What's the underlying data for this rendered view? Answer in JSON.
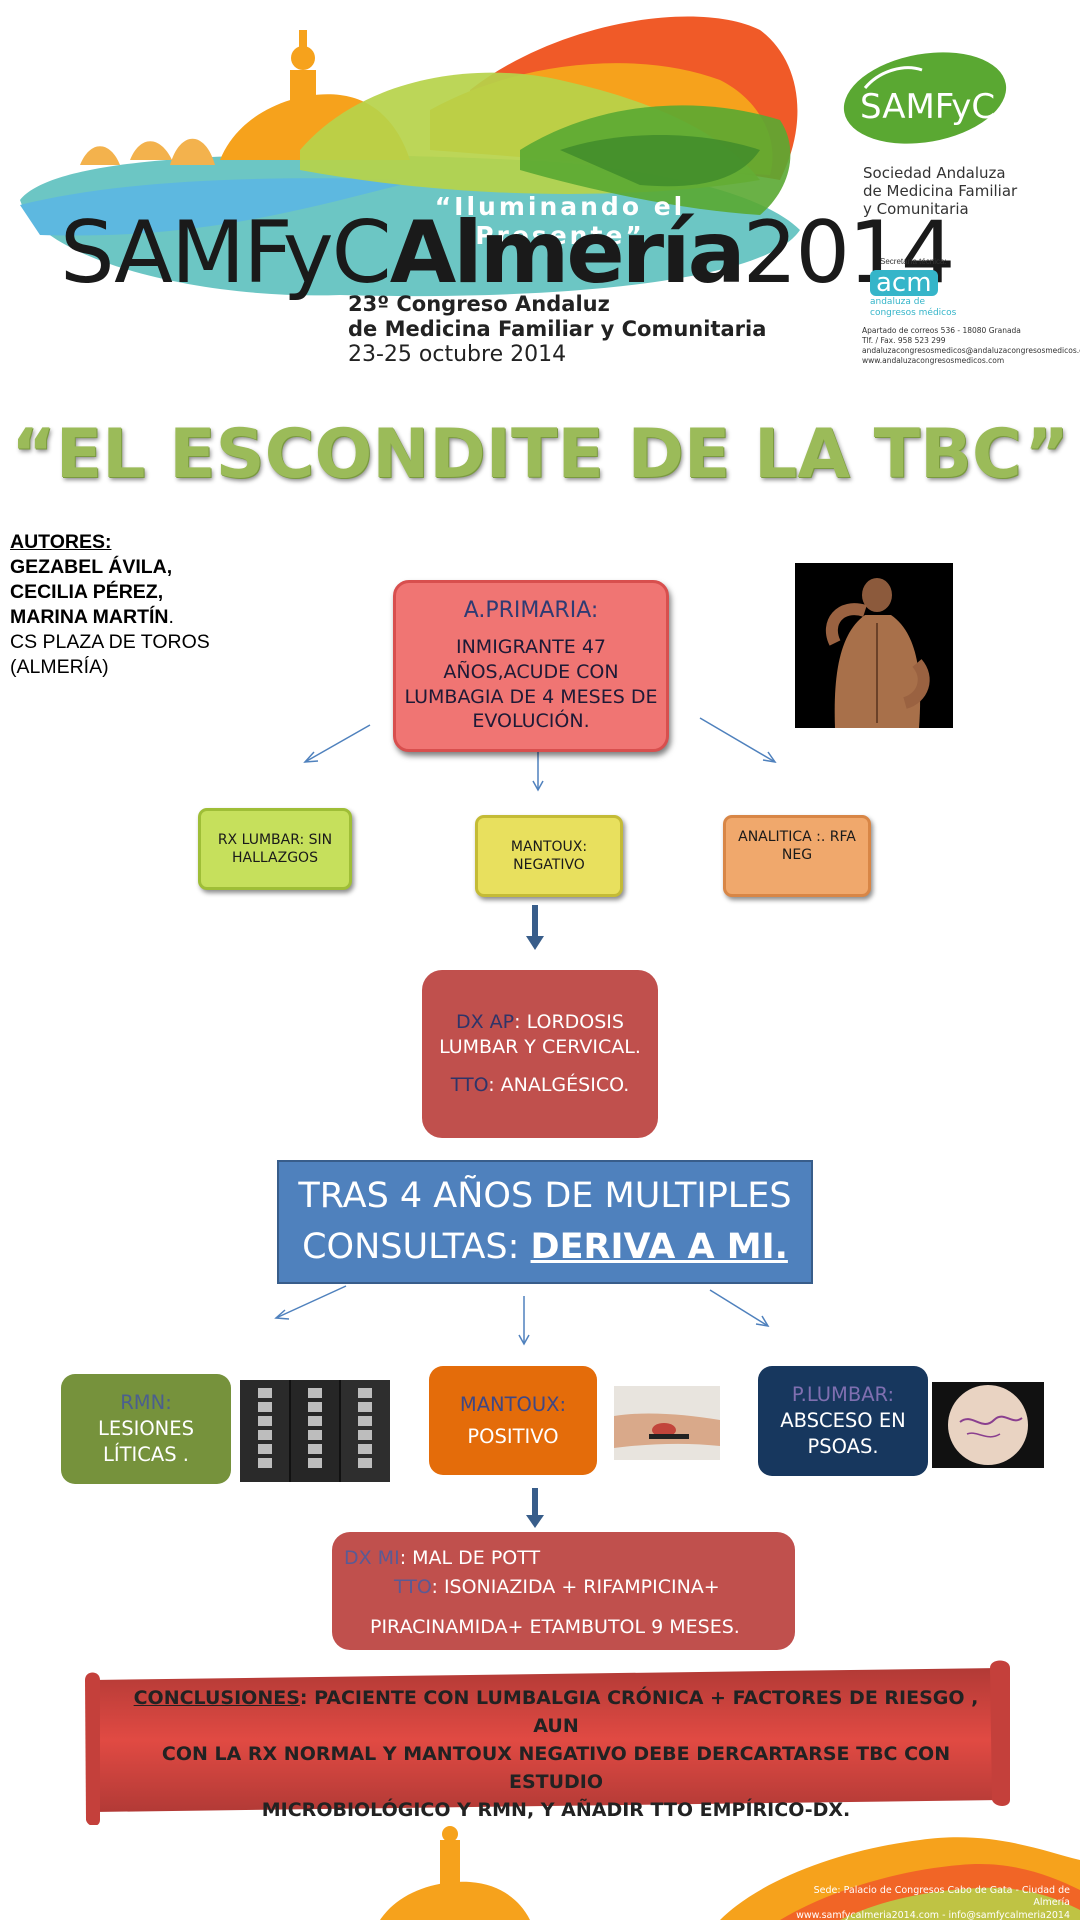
{
  "header": {
    "tagline": "“Iluminando el Presente”",
    "brand_part1": "SAMFyC",
    "brand_part2": "Almería",
    "brand_year": "2014",
    "congress_line1": "23º Congreso Andaluz",
    "congress_line2": "de Medicina Familiar y Comunitaria",
    "congress_dates": "23-25 octubre 2014",
    "samfyc_logo_text": "SAMFyC",
    "samfyc_sub_line1": "Sociedad Andaluza",
    "samfyc_sub_line2": "de Medicina Familiar",
    "samfyc_sub_line3": "y Comunitaria",
    "secretaria_label": "Secretaría técnica:",
    "acm_logo": "acm",
    "acm_sub_line1": "andaluza de",
    "acm_sub_line2": "congresos médicos",
    "contact_line1": "Apartado de correos 536 - 18080 Granada",
    "contact_line2": "Tlf. / Fax. 958 523 299",
    "contact_line3": "andaluzacongresosmedicos@andaluzacongresosmedicos.com",
    "contact_line4": "www.andaluzacongresosmedicos.com"
  },
  "title": "“EL ESCONDITE DE LA TBC”",
  "authors": {
    "heading": "AUTORES:",
    "name1": "GEZABEL ÁVILA,",
    "name2": "CECILIA PÉREZ,",
    "name3": "MARINA MARTÍN",
    "name3_suffix": ".",
    "center_line1": "CS PLAZA DE TOROS",
    "center_line2": "(ALMERÍA)"
  },
  "primaria": {
    "title": "A.PRIMARIA:",
    "line1": "INMIGRANTE 47",
    "line2": "AÑOS,ACUDE CON",
    "line3": "LUMBAGIA DE 4 MESES DE",
    "line4": "EVOLUCIÓN."
  },
  "tests1": {
    "rx_line1": "RX LUMBAR: SIN",
    "rx_line2": "HALLAZGOS",
    "mantoux_line1": "MANTOUX:",
    "mantoux_line2": "NEGATIVO",
    "analitica_line1": "ANALITICA :. RFA",
    "analitica_line2": "NEG"
  },
  "dx_ap": {
    "label": "DX AP",
    "text_line1": ": LORDOSIS",
    "text_line2": "LUMBAR Y CERVICAL.",
    "tto_label": "TTO",
    "tto_text": ": ANALGÉSICO."
  },
  "tras": {
    "line1": "TRAS 4 AÑOS DE MULTIPLES",
    "line2_prefix": "CONSULTAS: ",
    "line2_emph": "DERIVA A MI."
  },
  "tests2": {
    "rmn_label": "RMN:",
    "rmn_line1": "LESIONES",
    "rmn_line2": "LÍTICAS .",
    "mantoux_label": "MANTOUX:",
    "mantoux_text": "POSITIVO",
    "plumbar_label": "P.LUMBAR:",
    "plumbar_line1": "ABSCESO EN",
    "plumbar_line2": "PSOAS."
  },
  "dx_mi": {
    "label": "DX MI",
    "text": ": MAL DE POTT",
    "tto_label": "TTO",
    "tto_text": ": ISONIAZIDA + RIFAMPICINA+",
    "line3": "PIRACINAMIDA+ ETAMBUTOL 9 MESES."
  },
  "conclusiones": {
    "label": "CONCLUSIONES",
    "line1": ": PACIENTE  CON LUMBALGIA CRÓNICA + FACTORES DE RIESGO , AUN",
    "line2": "CON LA RX NORMAL Y MANTOUX NEGATIVO DEBE DERCARTARSE TBC CON   ESTUDIO",
    "line3": "MICROBIOLÓGICO Y RMN, Y AÑADIR TTO EMPÍRICO-DX."
  },
  "footer": {
    "sede_line1": "Sede: Palacio de Congresos Cabo de Gata - Ciudad de Almería",
    "sede_line2": "www.samfycalmeria2014.com - info@samfycalmeria2014"
  },
  "colors": {
    "title_green": "#9bbb59",
    "primaria_red": "#f07573",
    "dx_red": "#c0504d",
    "tras_blue": "#4f81bd",
    "rmn_green": "#76923c",
    "mantoux_orange": "#e46c0a",
    "plumbar_navy": "#17375e",
    "arrow_blue": "#4f81bd"
  }
}
